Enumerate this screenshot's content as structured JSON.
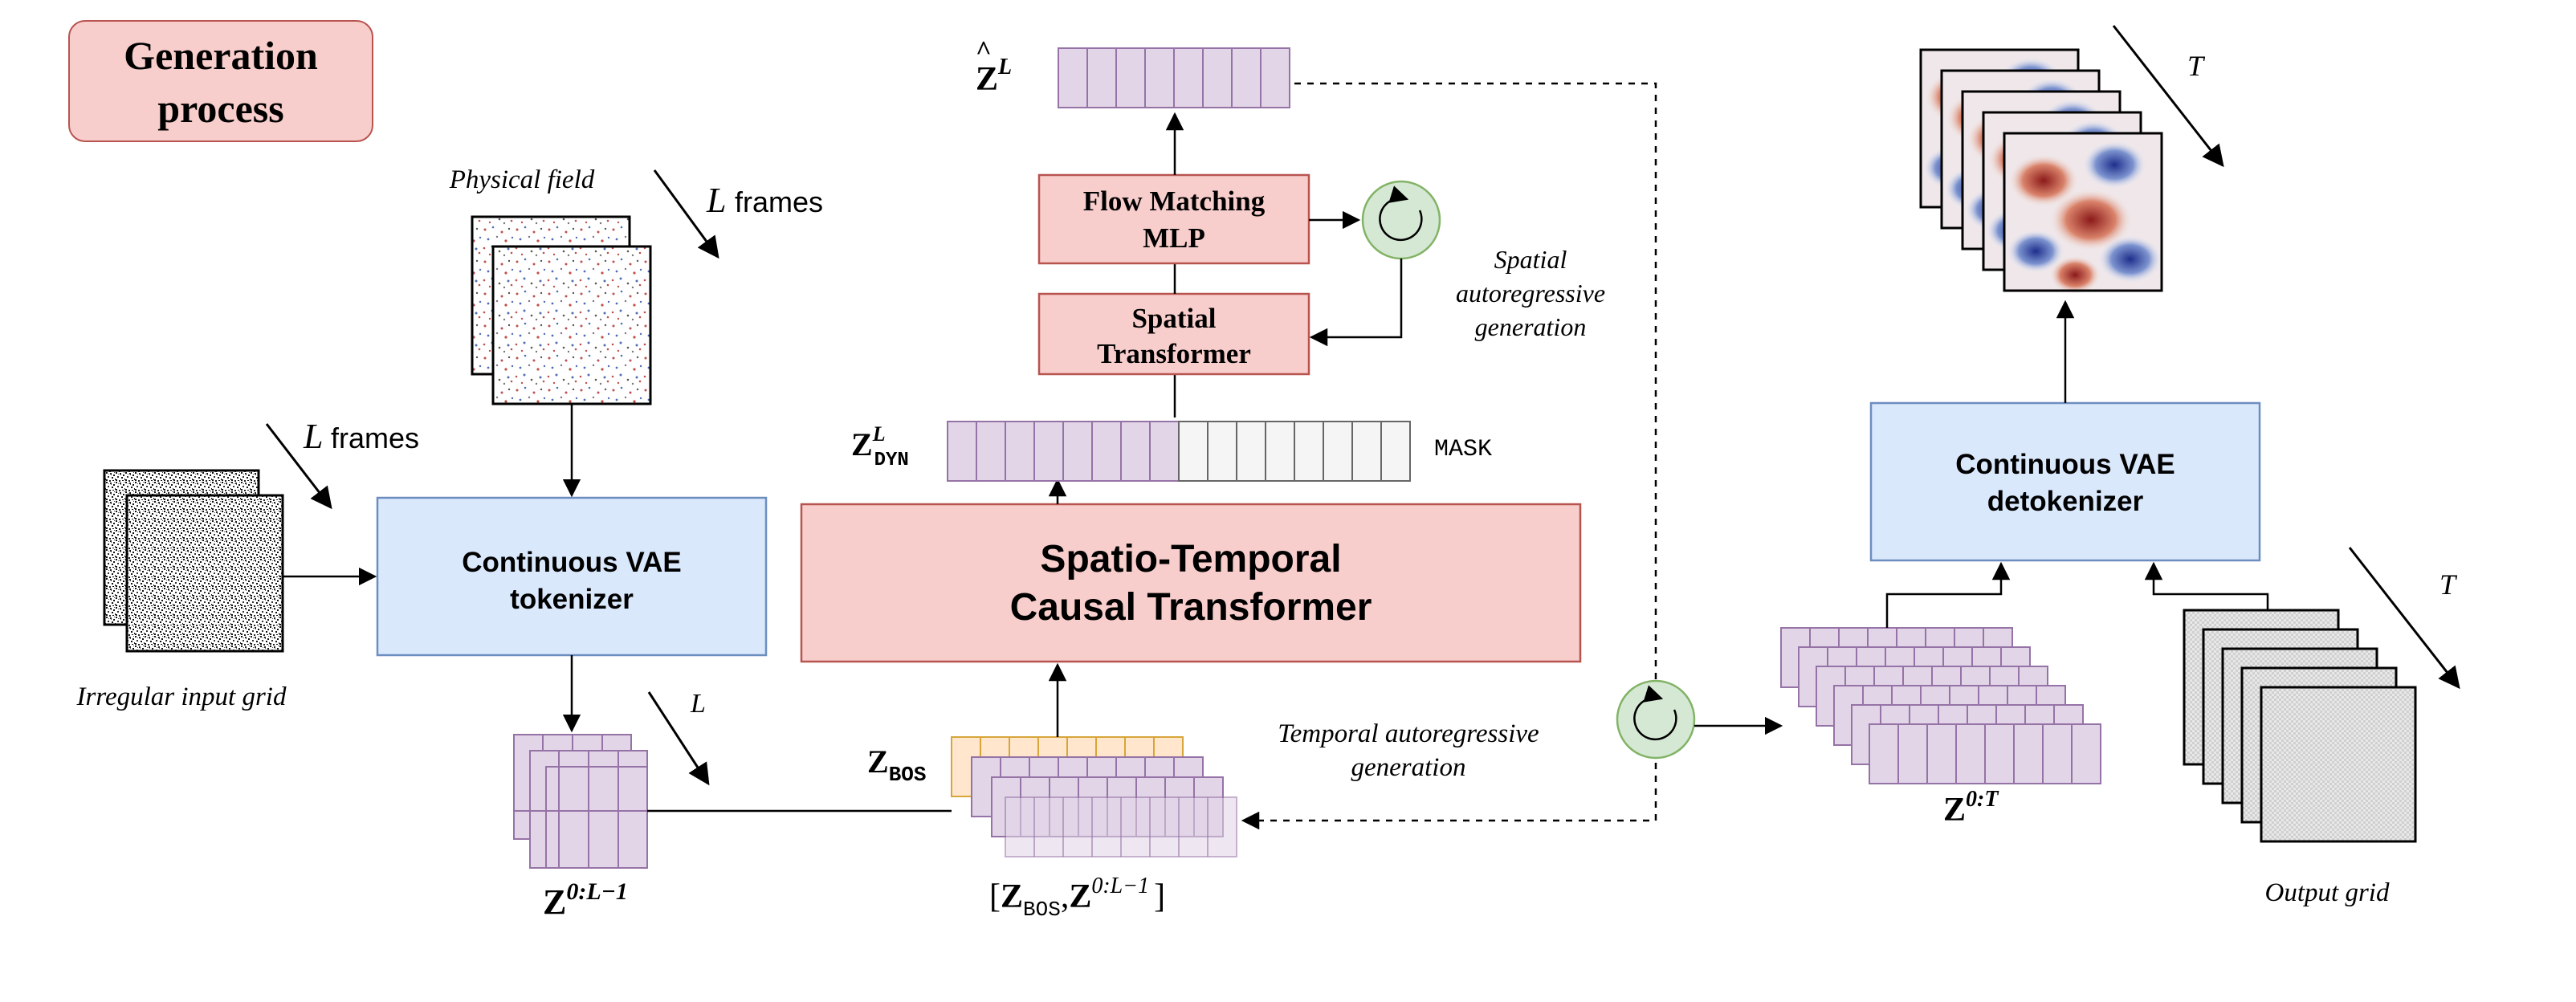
{
  "title": {
    "line1": "Generation",
    "line2": "process"
  },
  "labels": {
    "physical_field": "Physical field",
    "l_frames": "L",
    "frames_word": "frames",
    "irregular_input_grid": "Irregular input grid",
    "output_grid": "Output grid",
    "l_small": "L",
    "t_top": "T",
    "t_bottom": "T",
    "spatial_ar_1": "Spatial",
    "spatial_ar_2": "autoregressive",
    "spatial_ar_3": "generation",
    "temporal_ar_1": "Temporal autoregressive",
    "temporal_ar_2": "generation",
    "mask": "MASK"
  },
  "math": {
    "z_hat": "Z",
    "z_hat_sup": "L",
    "z_dyn": "Z",
    "z_dyn_sup": "L",
    "z_dyn_sub": "DYN",
    "z_bos": "Z",
    "z_bos_sub": "BOS",
    "z_range": "Z",
    "z_range_sup": "0:L−1",
    "z_concat_open": "[",
    "z_concat_z1": "Z",
    "z_concat_sub": "BOS",
    "z_concat_comma": ",",
    "z_concat_z2": "Z",
    "z_concat_sup": "0:L−1",
    "z_concat_close": "]",
    "z_t": "Z",
    "z_t_sup": "0:T"
  },
  "boxes": {
    "vae_tokenizer": {
      "line1": "Continuous VAE",
      "line2": "tokenizer"
    },
    "vae_detokenizer": {
      "line1": "Continuous VAE",
      "line2": "detokenizer"
    },
    "st_transformer": {
      "line1": "Spatio-Temporal",
      "line2": "Causal Transformer"
    },
    "flow_mlp": {
      "line1": "Flow Matching",
      "line2": "MLP"
    },
    "spatial_transformer": {
      "line1": "Spatial",
      "line2": "Transformer"
    }
  },
  "colors": {
    "pink_fill": "#f8cecc",
    "pink_stroke": "#b85450",
    "blue_fill": "#dae8fc",
    "blue_stroke": "#6c8ebf",
    "purple_fill": "#e1d5e7",
    "purple_stroke": "#9673a6",
    "orange_fill": "#ffe6cc",
    "orange_stroke": "#d6a63a",
    "green_fill": "#d5e8d4",
    "green_stroke": "#82b366",
    "grey_fill": "#f5f5f5",
    "grey_stroke": "#666666"
  }
}
